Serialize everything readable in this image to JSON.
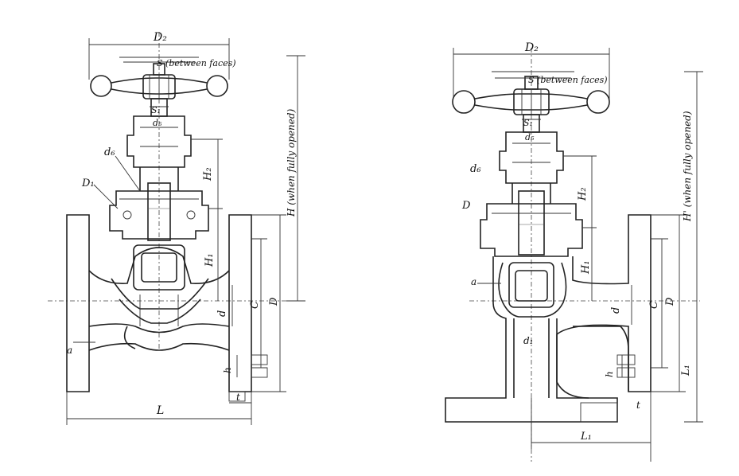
{
  "left_valve": {
    "labels": {
      "D2": "D₂",
      "S": "S (between faces)",
      "S1": "S₁",
      "d5": "d₅",
      "d6": "d₆",
      "D1": "D₁",
      "H2": "H₂",
      "H1": "H₁",
      "H": "H (when fully opened)",
      "C": "C",
      "Dbig": "D",
      "d": "d",
      "h": "h",
      "t": "t",
      "L": "L",
      "a": "a"
    }
  },
  "right_valve": {
    "labels": {
      "D2": "D₂",
      "S": "S (between faces)",
      "S1": "S₁",
      "d5": "d₅",
      "d6": "d₆",
      "D": "D",
      "H2": "H₂",
      "H1": "H₁",
      "H": "H' (when fully opened)",
      "C": "C",
      "Dbig": "D",
      "d": "d",
      "d1": "d₁",
      "h": "h",
      "t": "t",
      "L1": "L₁",
      "L1b": "L₁",
      "a": "a"
    }
  }
}
